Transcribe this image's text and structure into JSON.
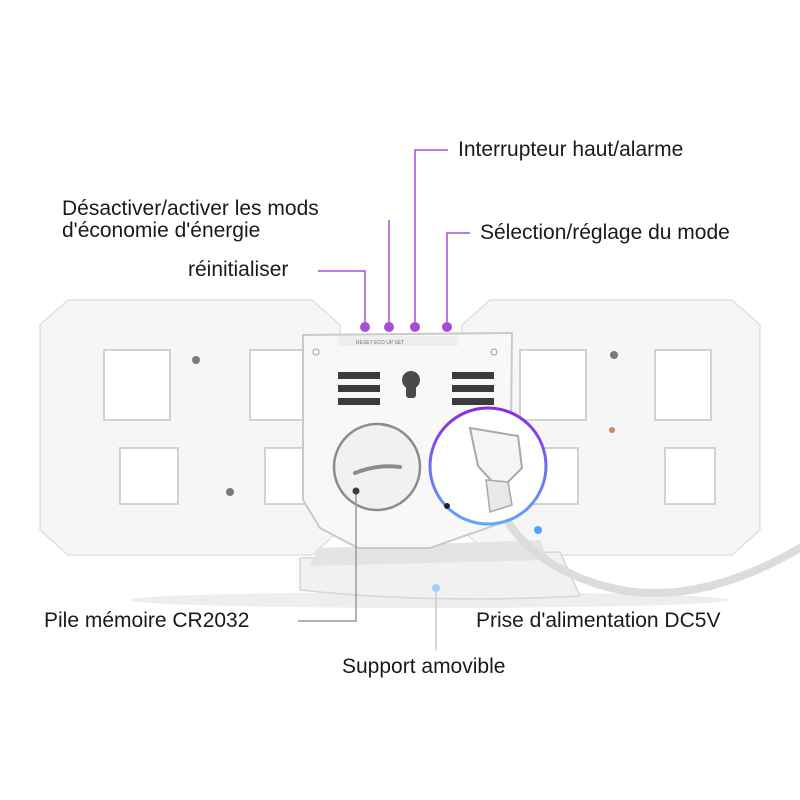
{
  "labels": {
    "interrupteur": "Interrupteur haut/alarme",
    "desactiver_line1": "Désactiver/activer les mods",
    "desactiver_line2": "d'économie d'énergie",
    "selection": "Sélection/réglage du mode",
    "reinitialiser": "réinitialiser",
    "pile": "Pile mémoire CR2032",
    "prise": "Prise d'alimentation DC5V",
    "support": "Support amovible"
  },
  "colors": {
    "leader_purple": "#a64dd6",
    "leader_blue": "#4da6ff",
    "housing": "#f4f4f4",
    "shadow": "#d9d9d9"
  }
}
